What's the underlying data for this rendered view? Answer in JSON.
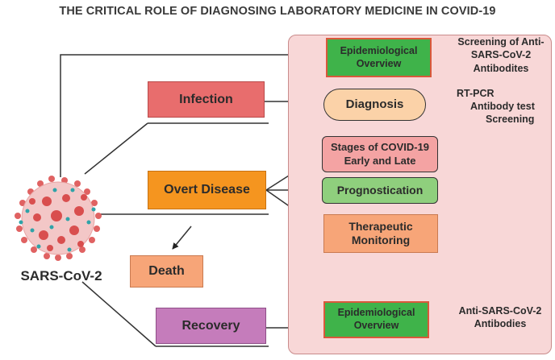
{
  "title": "THE CRITICAL ROLE OF DIAGNOSING LABORATORY MEDICINE IN COVID-19",
  "virus": {
    "label": "SARS-CoV-2",
    "icon": "coronavirus-icon"
  },
  "stages": {
    "infection": "Infection",
    "overt_disease": "Overt Disease",
    "death": "Death",
    "recovery": "Recovery"
  },
  "lab_roles": {
    "epi_top": "Epidemiological Overview",
    "diagnosis": "Diagnosis",
    "stages_covid": "Stages of COVID-19 Early and Late",
    "prognostication": "Prognostication",
    "therapeutic": "Therapeutic Monitoring",
    "epi_bottom": "Epidemiological Overview"
  },
  "outputs": {
    "screening_antibodies": "Screening of Anti-SARS-CoV-2 Antibodites",
    "rt_pcr": "RT-PCR",
    "antibody_test": "Antibody test",
    "screening": "Screening",
    "anti_antibodies": "Anti-SARS-CoV-2 Antibodies"
  },
  "colors": {
    "panel_fill": "#f8d7d7",
    "infection": "#e86d6d",
    "overt_disease": "#f5951f",
    "death": "#f7a578",
    "recovery": "#c57cbb",
    "epidemiological": "#3fb34a",
    "diagnosis": "#fbd2a8",
    "stages_covid": "#f4a3a3",
    "prognostication": "#8fcf7d",
    "therapeutic": "#f7a578"
  }
}
